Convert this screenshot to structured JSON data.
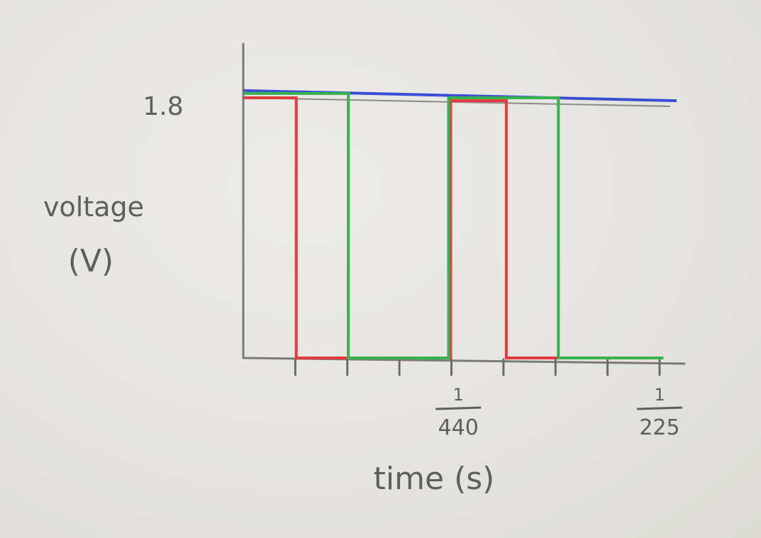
{
  "chart_data": {
    "type": "line",
    "title": "",
    "xlabel": "time (s)",
    "ylabel_line1": "voltage",
    "ylabel_line2": "(V)",
    "y_tick_label": "1.8",
    "x_tick_labels": [
      {
        "num": "1",
        "den": "440",
        "x": 0.002273
      },
      {
        "num": "1",
        "den": "225",
        "x": 0.004444
      }
    ],
    "xlim": [
      0,
      0.0044
    ],
    "ylim": [
      0,
      1.8
    ],
    "grid": false,
    "series": [
      {
        "color": "#3b4fd6",
        "x": [
          0,
          0.00458
        ],
        "y": [
          1.85,
          1.78
        ]
      },
      {
        "color": "#e23b3b",
        "x": [
          0,
          0.00056,
          0.00056,
          0.00219,
          0.00219,
          0.00278,
          0.00278,
          0.00444
        ],
        "y": [
          1.8,
          1.8,
          0,
          0,
          1.78,
          1.78,
          0,
          0
        ]
      },
      {
        "color": "#37b24d",
        "x": [
          0,
          0.00111,
          0.00111,
          0.00217,
          0.00217,
          0.00333,
          0.00333,
          0.00444
        ],
        "y": [
          1.83,
          1.83,
          0,
          0,
          1.8,
          1.8,
          0,
          0
        ]
      }
    ]
  }
}
